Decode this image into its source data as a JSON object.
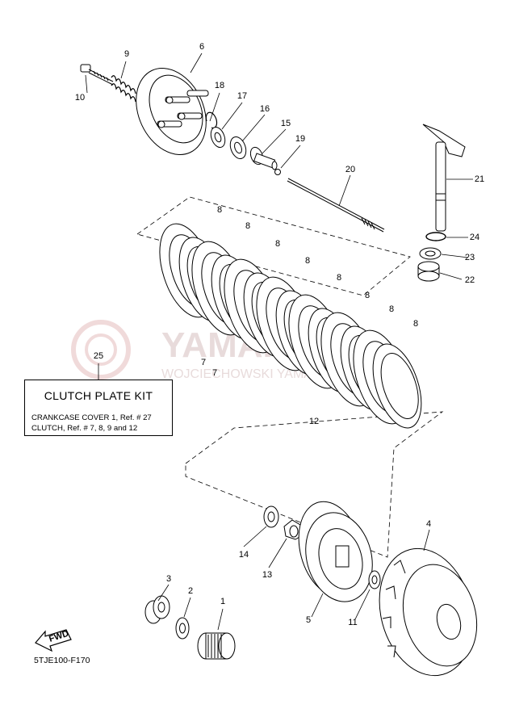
{
  "watermark": {
    "brand": "YAMAHA.PL",
    "sub": "WOJCIECHOWSKI YAMAHA"
  },
  "callouts": [
    "1",
    "2",
    "3",
    "4",
    "5",
    "6",
    "7",
    "8",
    "9",
    "10",
    "11",
    "12",
    "13",
    "14",
    "15",
    "16",
    "17",
    "18",
    "19",
    "20",
    "21",
    "22",
    "23",
    "24",
    "25"
  ],
  "kit_box": {
    "title": "CLUTCH PLATE KIT",
    "note_1": "CRANKCASE COVER 1, Ref. # 27",
    "note_2": "CLUTCH, Ref. # 7, 8, 9 and 12"
  },
  "fwd_label": "FWD",
  "diagram_code": "5TJE100-F170",
  "colors": {
    "line": "#000000",
    "watermark": "#e6d8d8",
    "background": "#ffffff"
  }
}
